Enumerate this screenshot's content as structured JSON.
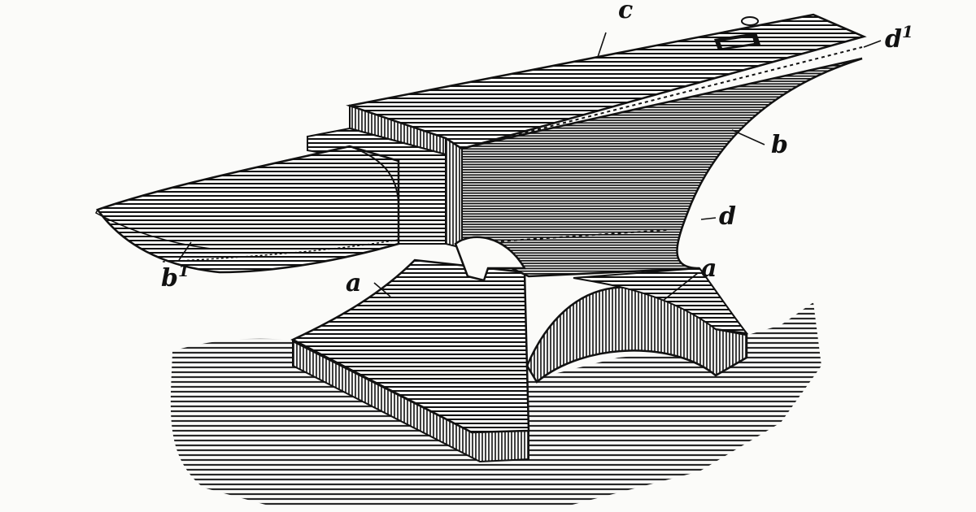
{
  "labels": {
    "c": "c",
    "d1": {
      "base": "d",
      "sup": "1"
    },
    "b": "b",
    "d": "d",
    "a_right": "a",
    "a_left": "a",
    "b1": {
      "base": "b",
      "sup": "1"
    }
  },
  "colors": {
    "ink": "#111111",
    "paper": "#fbfbf9"
  }
}
